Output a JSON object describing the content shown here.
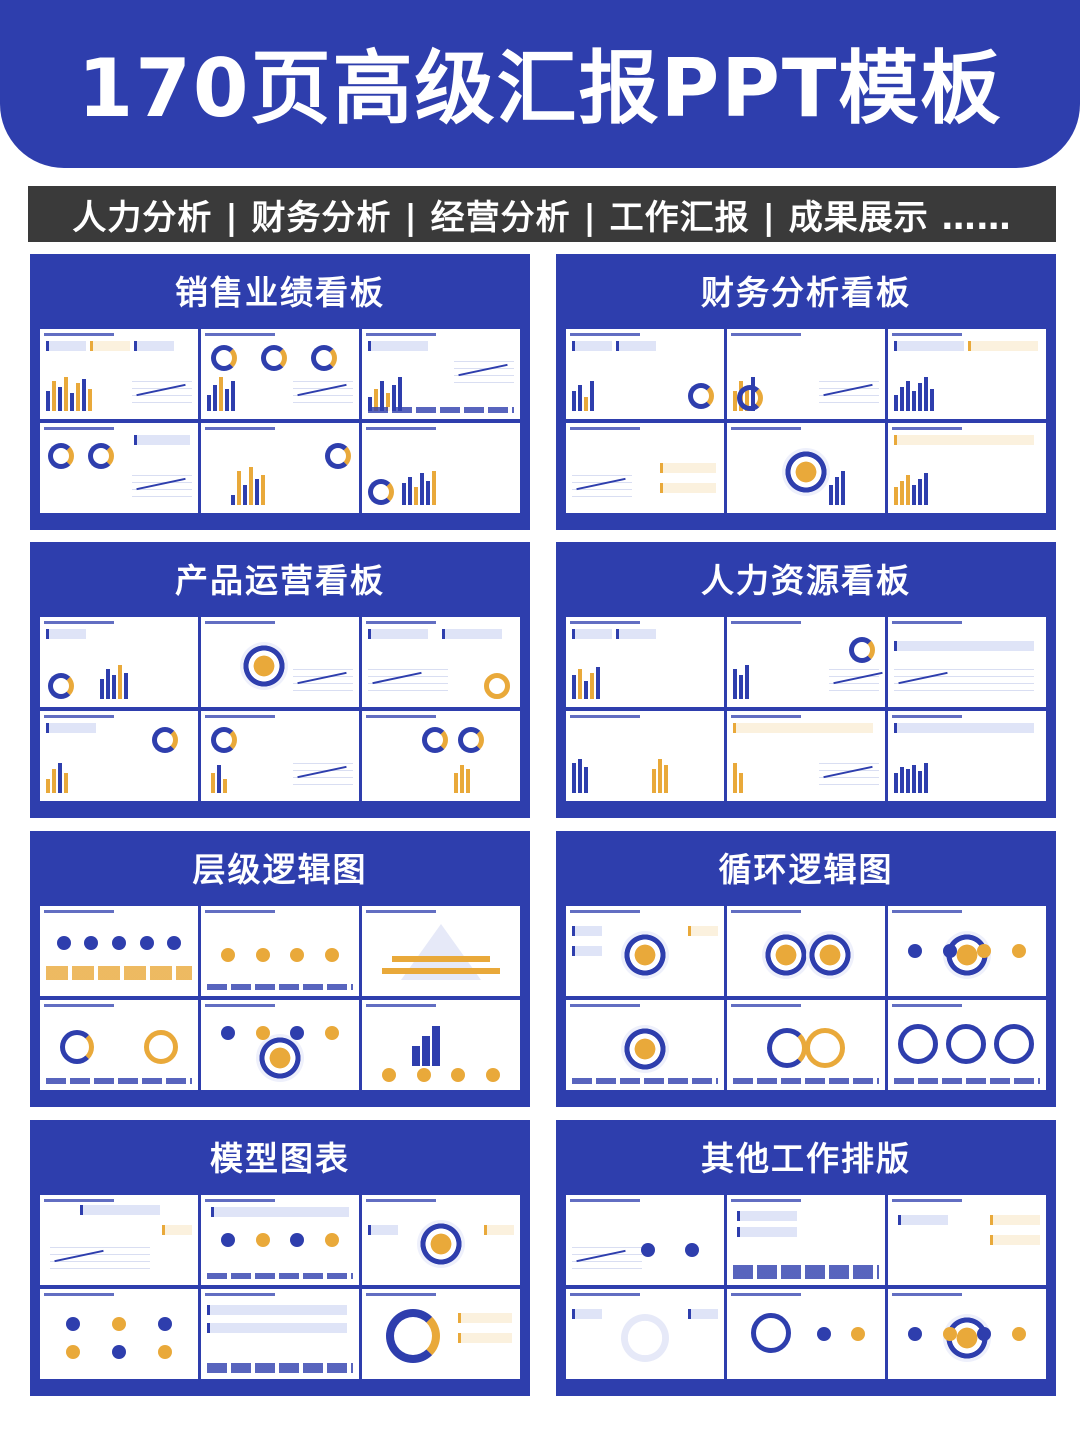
{
  "header": {
    "title": "170页高级汇报PPT模板"
  },
  "tagbar": {
    "text": "人力分析 | 财务分析 | 经营分析 | 工作汇报 | 成果展示 ……"
  },
  "colors": {
    "primary": "#2e3ead",
    "accent": "#e9a93a",
    "dark": "#3a3a3a",
    "background": "#ffffff"
  },
  "panels": [
    {
      "title": "销售业绩看板"
    },
    {
      "title": "财务分析看板"
    },
    {
      "title": "产品运营看板"
    },
    {
      "title": "人力资源看板"
    },
    {
      "title": "层级逻辑图"
    },
    {
      "title": "循环逻辑图"
    },
    {
      "title": "模型图表"
    },
    {
      "title": "其他工作排版"
    }
  ]
}
